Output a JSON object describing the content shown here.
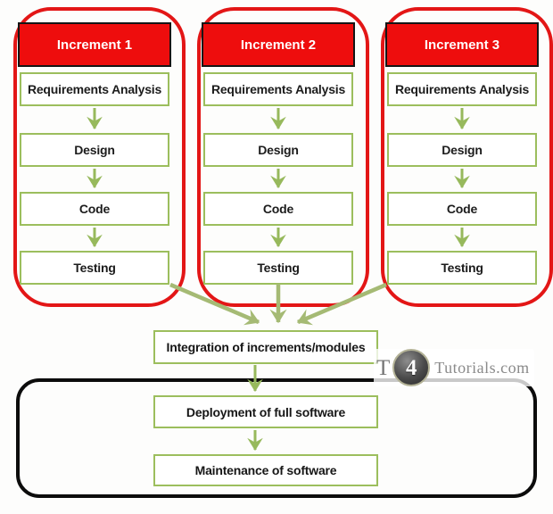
{
  "columns": [
    {
      "header": "Increment 1",
      "steps": [
        "Requirements Analysis",
        "Design",
        "Code",
        "Testing"
      ]
    },
    {
      "header": "Increment 2",
      "steps": [
        "Requirements Analysis",
        "Design",
        "Code",
        "Testing"
      ]
    },
    {
      "header": "Increment 3",
      "steps": [
        "Requirements Analysis",
        "Design",
        "Code",
        "Testing"
      ]
    }
  ],
  "flow": {
    "integration": "Integration of increments/modules",
    "deployment": "Deployment of full software",
    "maintenance": "Maintenance of software"
  },
  "watermark": {
    "prefix": "T",
    "badge": "4",
    "suffix": "Tutorials.com"
  },
  "colors": {
    "header-red": "#ee0d0d",
    "container-red": "#e31616",
    "step-green": "#9cbe5d",
    "arrow-green": "#97b95c",
    "arrow-diag": "#a5ba74",
    "container-black": "#0c0c0c",
    "watermark-gray": "#8a8a8a"
  }
}
